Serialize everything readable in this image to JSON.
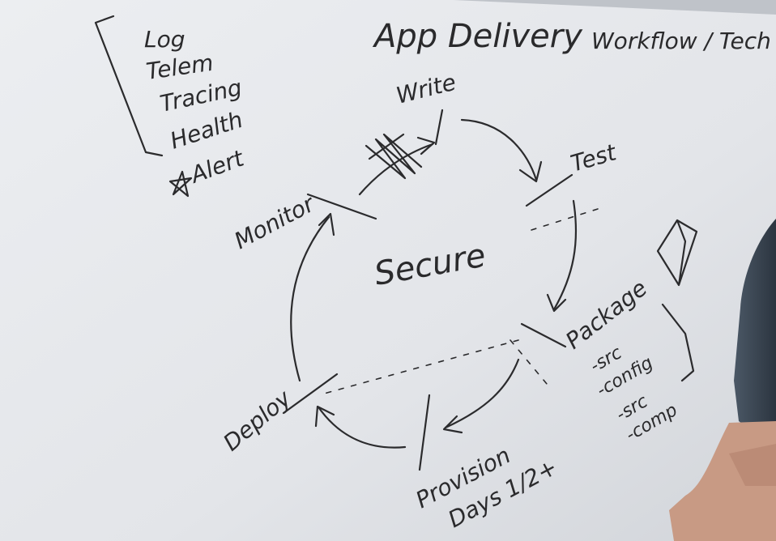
{
  "board": {
    "title": "App Delivery",
    "subtitle": "Workflow / Tech",
    "center_label": "Secure",
    "stages": {
      "write": "Write",
      "test": "Test",
      "package": "Package",
      "provision": "Provision",
      "provision_days": "Days 1/2+",
      "deploy": "Deploy",
      "monitor": "Monitor"
    },
    "monitor_items": [
      "Log",
      "Telem",
      "Tracing",
      "Health",
      "Alert"
    ],
    "package_items": [
      "-src",
      "-config",
      "-src",
      "-comp"
    ]
  },
  "colors": {
    "whiteboard": "#e6e8ec",
    "marker": "#2b2b2d",
    "shirt": "#3a4552",
    "skin": "#c89a84"
  }
}
